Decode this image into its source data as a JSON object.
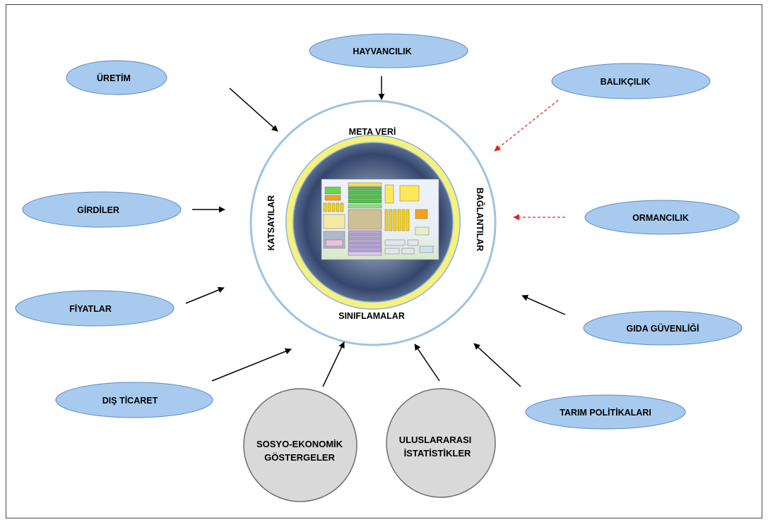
{
  "diagram": {
    "center": {
      "top_label": "META VERİ",
      "bottom_label": "SINIFLAMALAR",
      "left_label": "KATSAYILAR",
      "right_label": "BAĞLANTILAR"
    },
    "nodes": {
      "uretim": {
        "label": "ÜRETİM",
        "arrow_color": "#000000"
      },
      "hayvancilik": {
        "label": "HAYVANCILIK",
        "arrow_color": "#000000"
      },
      "balikcilik": {
        "label": "BALIKÇILIK",
        "arrow_color": "#e3261f"
      },
      "girdiler": {
        "label": "GİRDİLER",
        "arrow_color": "#000000"
      },
      "ormancilik": {
        "label": "ORMANCILIK",
        "arrow_color": "#e3261f"
      },
      "fiyatlar": {
        "label": "FİYATLAR",
        "arrow_color": "#000000"
      },
      "gida_guvenligi": {
        "label": "GIDA GÜVENLİĞİ",
        "arrow_color": "#000000"
      },
      "dis_ticaret": {
        "label": "DIŞ TİCARET",
        "arrow_color": "#000000"
      },
      "tarim_politikalari": {
        "label": "TARIM POLİTİKALARI",
        "arrow_color": "#000000"
      },
      "sosyo_ekonomik": {
        "lines": [
          "SOSYO-EKONOMİK",
          "GÖSTERGELER"
        ],
        "arrow_color": "#000000"
      },
      "uluslararasi": {
        "lines": [
          "ULUSLARARASI",
          "İSTATİSTİKLER"
        ],
        "arrow_color": "#000000"
      }
    },
    "colors": {
      "ellipse_fill": "#a8caee",
      "circle_fill": "#d9d9d9",
      "outer_ring": "#9dc3e6",
      "inner_ring": "#f6f07c"
    }
  }
}
